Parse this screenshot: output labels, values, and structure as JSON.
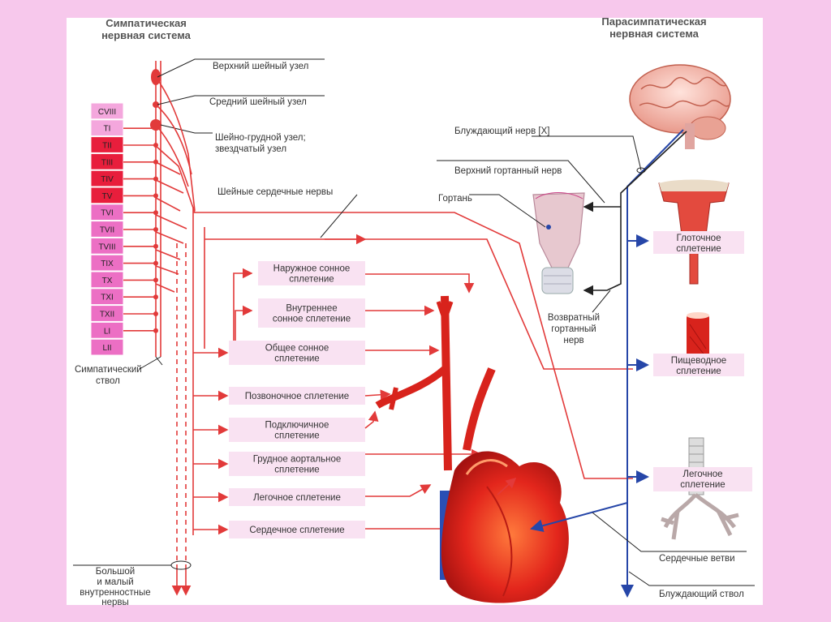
{
  "headers": {
    "sympathetic": [
      "Симпатическая",
      "нервная система"
    ],
    "parasympathetic": [
      "Парасимпатическая",
      "нервная система"
    ]
  },
  "vertebrae": [
    "CVIII",
    "TI",
    "TII",
    "TIII",
    "TIV",
    "TV",
    "TVI",
    "TVII",
    "TVIII",
    "TIX",
    "TX",
    "TXI",
    "TXII",
    "LI",
    "LII"
  ],
  "left_labels": {
    "upper_cervical": "Верхний шейный узел",
    "middle_cervical": "Средний шейный узел",
    "cervicothoracic": [
      "Шейно-грудной узел;",
      "звездчатый узел"
    ],
    "cardiac_nerves": "Шейные сердечные нервы",
    "trunk": [
      "Симпатический",
      "ствол"
    ],
    "splanchnic": [
      "Большой",
      "и малый",
      "внутренностные",
      "нервы"
    ]
  },
  "plexus_boxes": [
    [
      "Наружное сонное",
      "сплетение"
    ],
    [
      "Внутреннее",
      "сонное сплетение"
    ],
    [
      "Общее сонное",
      "сплетение"
    ],
    [
      "Позвоночное сплетение"
    ],
    [
      "Подключичное",
      "сплетение"
    ],
    [
      "Грудное аортальное",
      "сплетение"
    ],
    [
      "Легочное сплетение"
    ],
    [
      "Сердечное сплетение"
    ]
  ],
  "right_labels": {
    "vagus": "Блуждающий нерв [X]",
    "superior_laryngeal": "Верхний гортанный нерв",
    "larynx": "Гортань",
    "recurrent": [
      "Возвратный",
      "гортанный",
      "нерв"
    ],
    "cardiac_branches": "Сердечные ветви",
    "vagal_trunk": "Блуждающий ствол"
  },
  "organ_boxes": [
    [
      "Глоточное",
      "сплетение"
    ],
    [
      "Пищеводное",
      "сплетение"
    ],
    [
      "Легочное",
      "сплетение"
    ]
  ],
  "colors": {
    "sympathetic_red": "#e23a3a",
    "parasympathetic_blue": "#2646a8",
    "box_pink": "#f9e2f2",
    "frame_pink": "#f7c8ec"
  }
}
